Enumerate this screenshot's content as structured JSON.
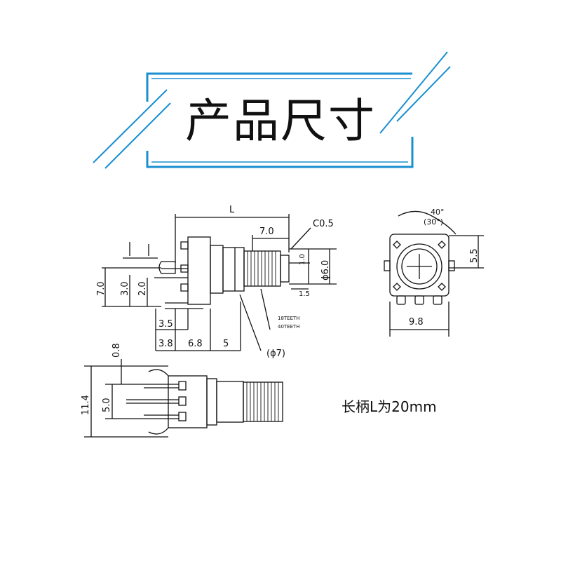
{
  "header": {
    "title": "产品尺寸"
  },
  "caption": "长柄L为20mm",
  "colors": {
    "frame": "#1a8fd0",
    "line": "#111111"
  },
  "dims": {
    "L": "L",
    "shaft7": "7.0",
    "chamfer": "C0.5",
    "d6": "ϕ6.0",
    "small1": "1.0",
    "small15": "1.5",
    "h7": "7.0",
    "h3": "3.0",
    "h2": "2.0",
    "b35": "3.5",
    "b38": "3.8",
    "b68": "6.8",
    "b5": "5",
    "phi7": "(ϕ7)",
    "teeth18": "18TEETH",
    "teeth40": "40TEETH",
    "ang40": "40°",
    "ang30": "(30°)",
    "r55": "5.5",
    "w98": "9.8",
    "h114": "11.4",
    "h50": "5.0",
    "d08": "0.8"
  }
}
